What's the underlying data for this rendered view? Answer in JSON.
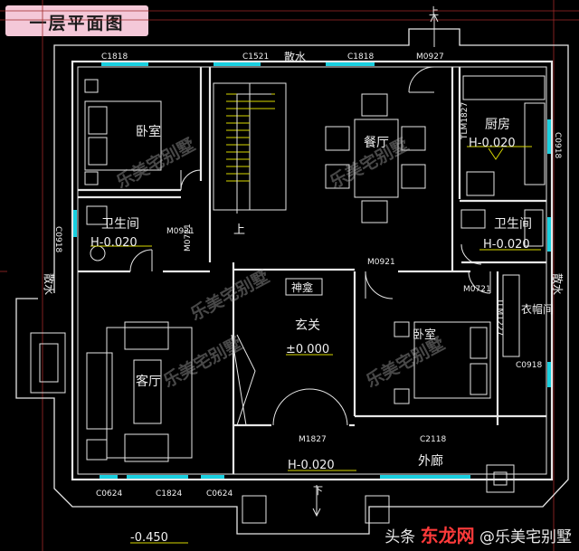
{
  "title": "一层平面图",
  "labels": {
    "bedroom1": "卧室",
    "stair_up": "上",
    "dining": "餐厅",
    "kitchen": "厨房",
    "kitchen_level": "H-0.020",
    "bath1": "卫生间",
    "bath1_level": "H-0.020",
    "bath2": "卫生间",
    "bath2_level": "H-0.020",
    "shrine": "神龛",
    "foyer": "玄关",
    "foyer_level": "±0.000",
    "living": "客厅",
    "bedroom2": "卧室",
    "cloak": "衣帽间",
    "corridor": "外廊",
    "corridor_level": "H-0.020",
    "outdoor_level": "-0.450",
    "drain_top": "散水",
    "drain_left": "散水",
    "drain_right": "散水",
    "up_top": "上",
    "down_bottom": "下"
  },
  "codes": {
    "c1818_left": "C1818",
    "c1521": "C1521",
    "c1818_right": "C1818",
    "m0927": "M0927",
    "tlm1827": "TLM1827",
    "c0918_left": "C0918",
    "c0918_right_top": "C0918",
    "m0921_a": "M0921",
    "m0721_a": "M0721",
    "m0921_b": "M0921",
    "m0721_b": "M0721",
    "tlm1227": "TLM1227",
    "c0918_right_low": "C0918",
    "m1827": "M1827",
    "c2118": "C2118",
    "c0624_left": "C0624",
    "c1824": "C1824",
    "c0624_right": "C0624"
  },
  "watermarks": [
    "乐美宅别墅",
    "乐美宅别墅",
    "乐美宅别墅",
    "乐美宅别墅",
    "乐美宅别墅"
  ],
  "footer": {
    "prefix": "头条",
    "brand": "东龙网",
    "suffix": "@乐美宅别墅"
  },
  "colors": {
    "wall": "#e6e6e6",
    "window": "#19d0e0",
    "text": "#f0f0f0",
    "dim": "#d23232",
    "level_line": "#d8d800"
  }
}
